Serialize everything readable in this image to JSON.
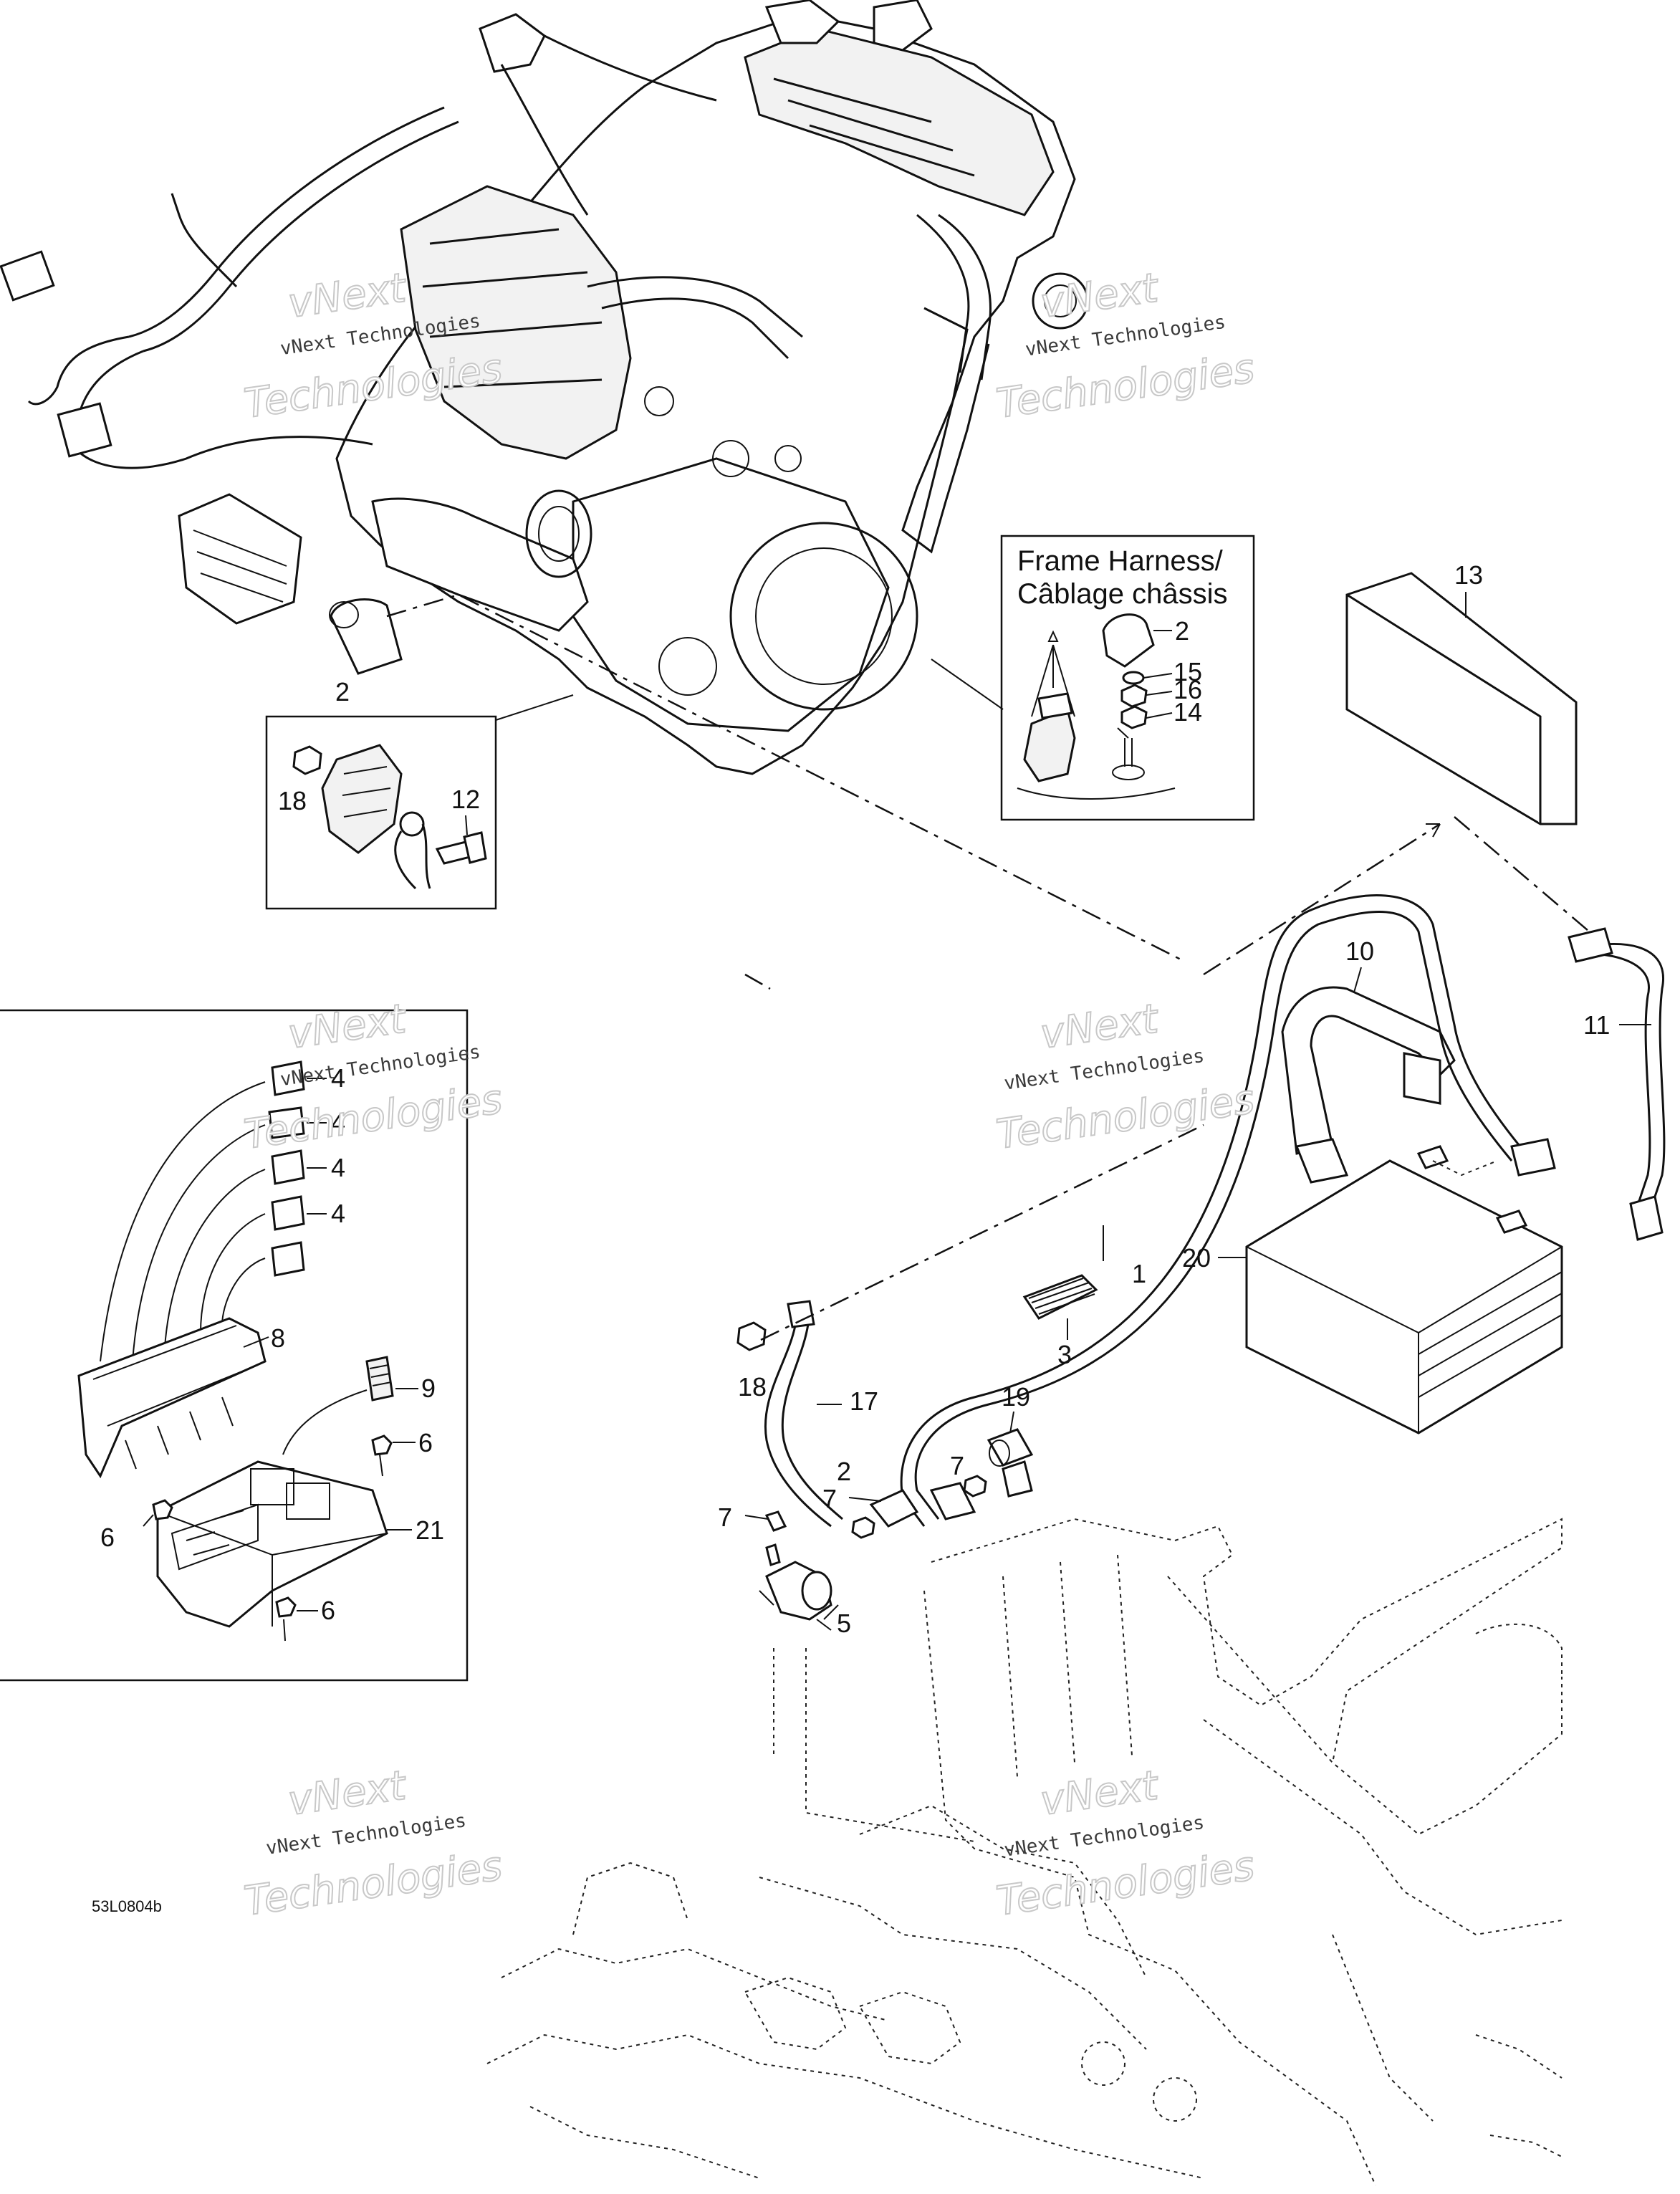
{
  "diagram": {
    "reference_code": "53L0804b",
    "colors": {
      "line": "#111111",
      "background": "#ffffff",
      "watermark": "#c8c8c8"
    },
    "inset_frame_harness": {
      "title_line1": "Frame Harness/",
      "title_line2": "Câblage châssis"
    },
    "watermark": {
      "line1": "vNext",
      "line2": "vNext Technologies",
      "line3": "Technologies"
    },
    "callouts": {
      "c1": "1",
      "c2_engine": "2",
      "c2_frame": "2",
      "c2_solenoid": "2",
      "c3": "3",
      "c4_a": "4",
      "c4_b": "4",
      "c4_c": "4",
      "c4_d": "4",
      "c5": "5",
      "c6_a": "6",
      "c6_b": "6",
      "c6_c": "6",
      "c7_a": "7",
      "c7_b": "7",
      "c7_c": "7",
      "c8": "8",
      "c9": "9",
      "c10": "10",
      "c11": "11",
      "c12": "12",
      "c13": "13",
      "c14": "14",
      "c15": "15",
      "c16": "16",
      "c17": "17",
      "c18_inset": "18",
      "c18_frame": "18",
      "c19": "19",
      "c20": "20",
      "c21": "21"
    }
  }
}
